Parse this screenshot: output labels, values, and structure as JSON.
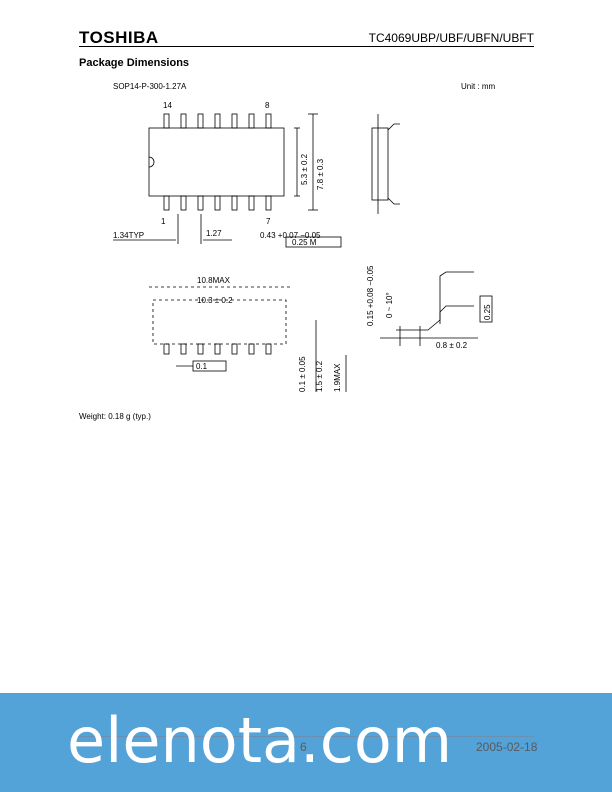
{
  "header": {
    "brand": "TOSHIBA",
    "part_number": "TC4069UBP/UBF/UBFN/UBFT"
  },
  "section": {
    "title": "Package Dimensions"
  },
  "drawing": {
    "package_code": "SOP14-P-300-1.27A",
    "unit": "Unit : mm",
    "labels": {
      "pin14": "14",
      "pin8": "8",
      "pin1": "1",
      "pin7": "7",
      "dim_body_width": "5.3 ± 0.2",
      "dim_overall_width": "7.8 ± 0.3",
      "dim_pitch": "1.27",
      "dim_typ": "1.34TYP",
      "dim_lead_width": "0.43 +0.07 −0.05",
      "dim_tolerance": "0.25 M",
      "dim_maxlen": "10.8MAX",
      "dim_len": "10.3 ± 0.2",
      "dim_flat": "0.1",
      "dim_standoff": "0.1 ± 0.05",
      "dim_height": "1.5 ± 0.2",
      "dim_maxheight": "1.9MAX",
      "dim_lead_thk": "0.15 +0.08 −0.05",
      "dim_angle": "0 ~ 10°",
      "dim_gauge": "0.25",
      "dim_foot": "0.8 ± 0.2"
    }
  },
  "weight": "Weight: 0.18 g (typ.)",
  "footer": {
    "page": "6",
    "date": "2005-02-18",
    "watermark": "elenota.com"
  }
}
